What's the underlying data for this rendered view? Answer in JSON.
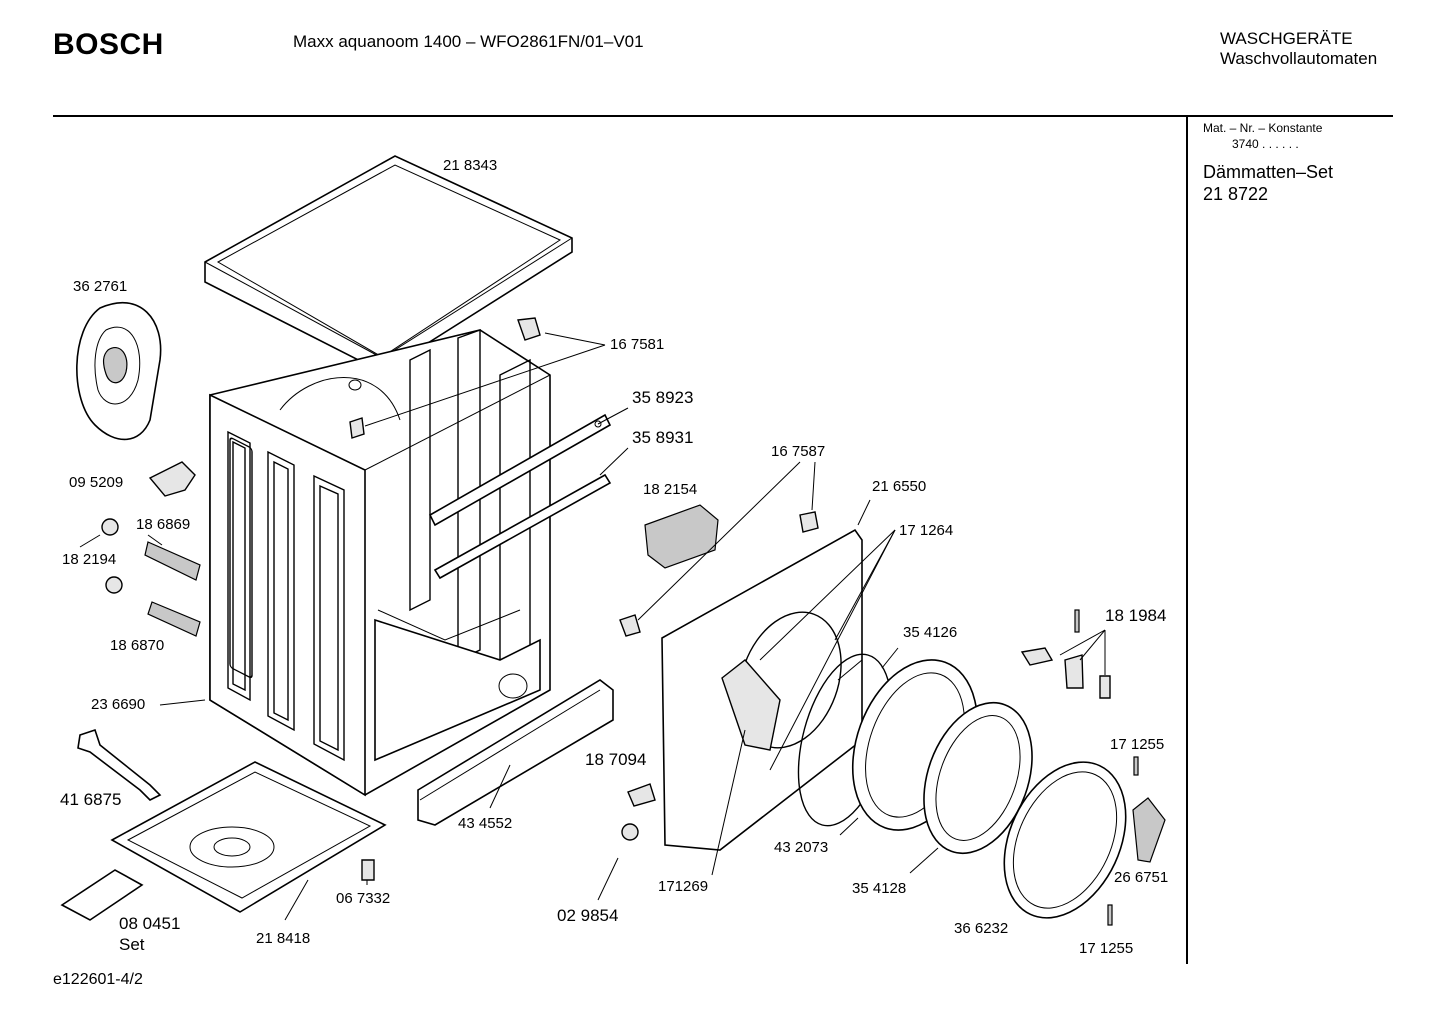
{
  "header": {
    "brand": "BOSCH",
    "model": "Maxx aquanoom 1400 – WFO2861FN/01–V01",
    "category_line1": "WASCHGERÄTE",
    "category_line2": "Waschvollautomaten"
  },
  "sidebar": {
    "mat_label": "Mat. – Nr. – Konstante",
    "mat_value": "3740  .  .   .  .  .  .",
    "set_name": "Dämmatten–Set",
    "set_number": "21 8722"
  },
  "footer": {
    "doc_id": "e122601-4/2"
  },
  "parts": {
    "p218343": "21 8343",
    "p362761": "36 2761",
    "p167581": "16 7581",
    "p358923": "35 8923",
    "p358931": "35 8931",
    "p095209": "09 5209",
    "p186869": "18 6869",
    "p182194": "18 2194",
    "p186870": "18 6870",
    "p182154": "18 2154",
    "p167587": "16 7587",
    "p216550": "21 6550",
    "p171264": "17 1264",
    "p354126": "35 4126",
    "p181984": "18 1984",
    "p236690": "23 6690",
    "p416875": "41 6875",
    "p187094": "18 7094",
    "p434552": "43 4552",
    "p029854": "02 9854",
    "p171269": "171269",
    "p432073": "43 2073",
    "p354128": "35 4128",
    "p366232": "36 6232",
    "p171255a": "17 1255",
    "p266751": "26 6751",
    "p171255b": "17 1255",
    "p067332": "06 7332",
    "p218418": "21 8418",
    "p080451": "08 0451",
    "p080451_suffix": "Set"
  }
}
